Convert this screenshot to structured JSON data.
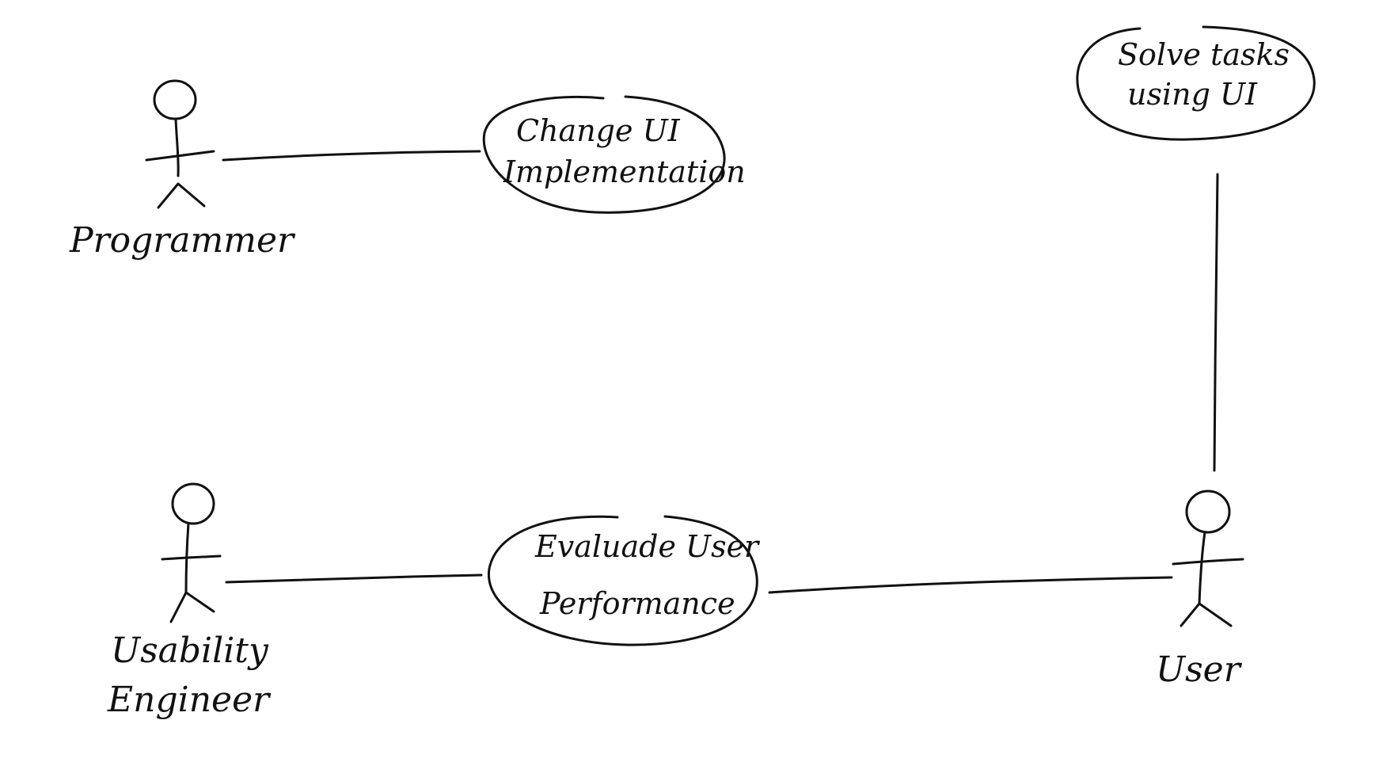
{
  "actors": {
    "programmer": {
      "label": "Programmer"
    },
    "usability_engineer": {
      "label_line1": "Usability",
      "label_line2": "Engineer"
    },
    "user": {
      "label": "User"
    }
  },
  "use_cases": {
    "change_ui": {
      "line1": "Change UI",
      "line2": "Implementation"
    },
    "evaluate": {
      "line1": "Evaluade User",
      "line2": "Performance"
    },
    "solve_tasks": {
      "line1": "Solve tasks",
      "line2": "using UI"
    }
  },
  "colors": {
    "ink": "#111111",
    "background": "#ffffff"
  }
}
